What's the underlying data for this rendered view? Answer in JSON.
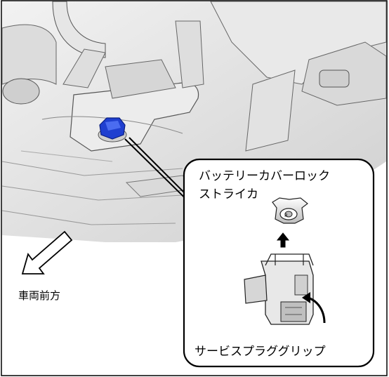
{
  "labels": {
    "vehicle_front": "車両前方",
    "striker_line1": "バッテリーカバーロック",
    "striker_line2": "ストライカ",
    "service_plug_grip": "サービスプラググリップ"
  },
  "colors": {
    "highlight_part": "#1f3fd0",
    "outline": "#111111",
    "shading": "#d8d8d8"
  },
  "icons": [
    "arrow-direction-icon",
    "up-arrow-icon",
    "curved-arrow-icon"
  ]
}
